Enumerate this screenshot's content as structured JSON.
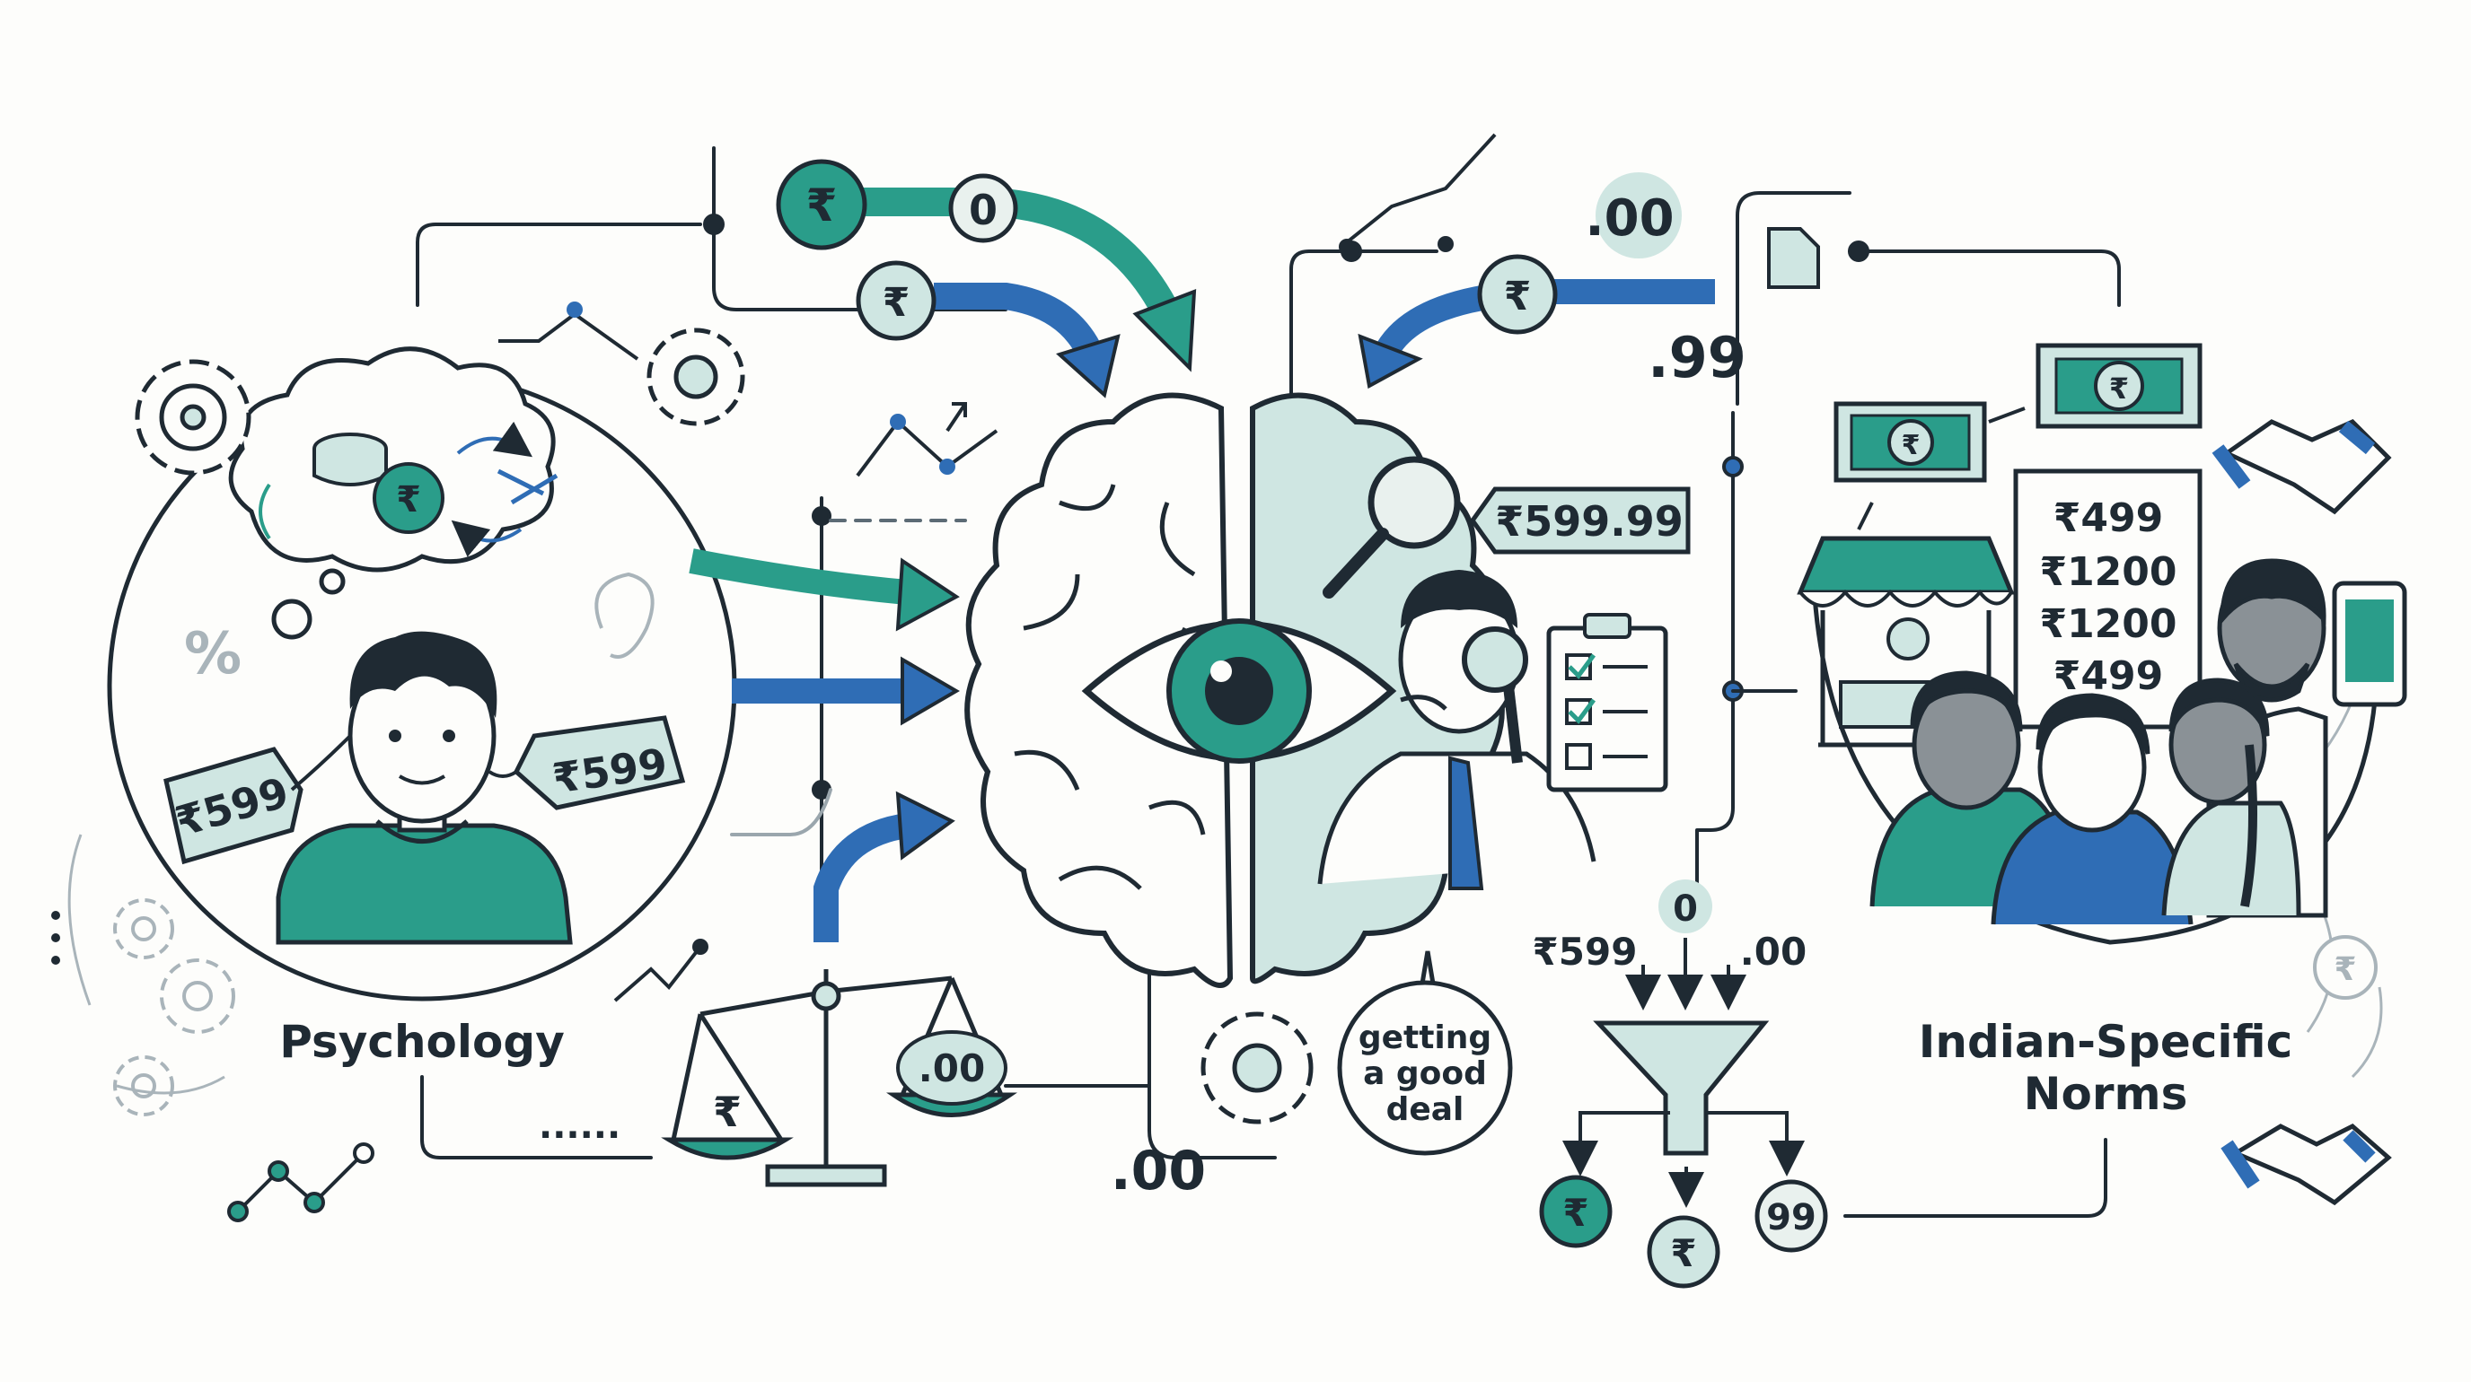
{
  "colors": {
    "ink": "#1f2a33",
    "teal": "#2a9d8a",
    "teal_light": "#cfe6e2",
    "blue": "#2f6db5",
    "paper": "#fdfdfb"
  },
  "labels": {
    "psychology": "Psychology",
    "indian_line1": "Indian-Specific",
    "indian_line2": "Norms",
    "speech_line1": "getting",
    "speech_line2": "a good",
    "speech_line3": "deal"
  },
  "left_tags": [
    "₹599",
    "₹599"
  ],
  "brain_tag": "₹599.99",
  "top_tokens": {
    "rupee_a": "₹",
    "zero_badge": "0",
    "rupee_b": "₹",
    "double_zero": ".00",
    "rupee_c": "₹",
    "nine_nine": ".99"
  },
  "scale": {
    "left_pan": "₹",
    "right_pan": ".00"
  },
  "bottom_center": ".00",
  "funnel": {
    "zero": "0",
    "input_price": "₹599",
    "input_decimal": ".00",
    "out_left": "₹",
    "out_mid": "₹",
    "out_right": "99"
  },
  "store_board": [
    "₹499",
    "₹1200",
    "₹1200",
    "₹499"
  ],
  "misc": {
    "percent": "%",
    "dots_bottom": "......",
    "far_right_rupee": "₹"
  },
  "icons": [
    "gear-icon",
    "coins-icon",
    "thought-bubble-icon",
    "brain-icon",
    "eye-icon",
    "magnifier-icon",
    "checklist-icon",
    "scale-icon",
    "funnel-icon",
    "shop-icon",
    "banknote-icon",
    "handshake-icon",
    "phone-icon",
    "document-icon",
    "trend-line-icon"
  ]
}
